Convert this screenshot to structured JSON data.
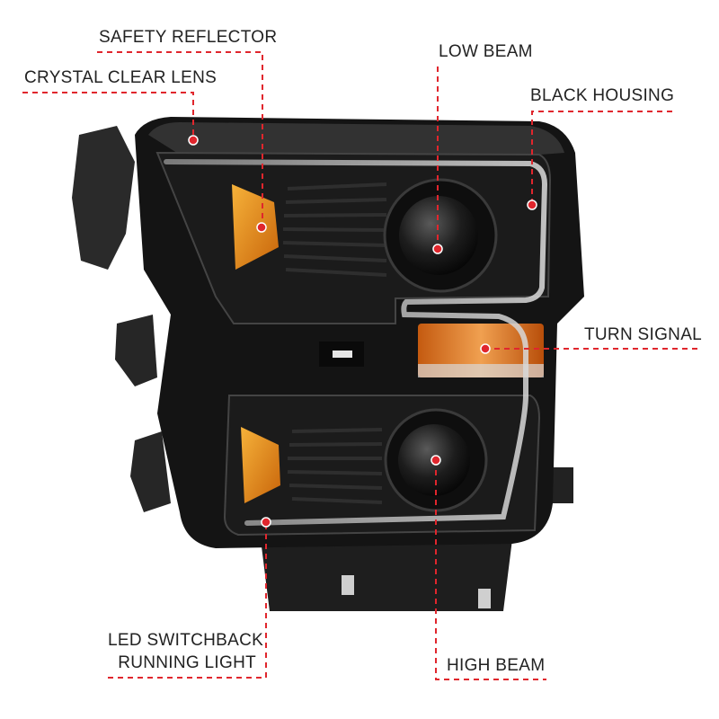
{
  "callouts": {
    "safety_reflector": "SAFETY REFLECTOR",
    "crystal_clear_lens": "CRYSTAL CLEAR LENS",
    "low_beam": "LOW BEAM",
    "black_housing": "BLACK HOUSING",
    "turn_signal": "TURN SIGNAL",
    "led_line1": "LED SWITCHBACK",
    "led_line2": "RUNNING LIGHT",
    "high_beam": "HIGH BEAM"
  },
  "colors": {
    "leader_line": "#e0262d",
    "marker_dot": "#e0262d",
    "housing": "#141414",
    "amber": "#e88a12",
    "label_text": "#222222"
  }
}
